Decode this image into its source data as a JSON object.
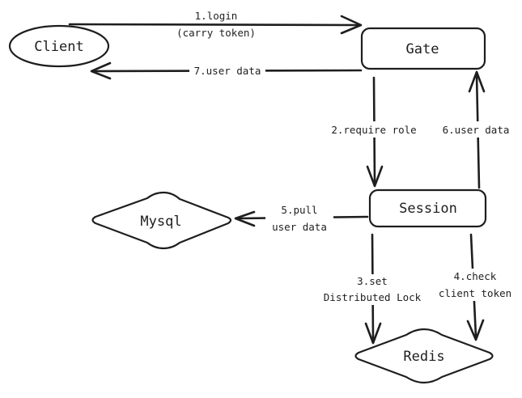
{
  "nodes": {
    "client": {
      "label": "Client"
    },
    "gate": {
      "label": "Gate"
    },
    "session": {
      "label": "Session"
    },
    "mysql": {
      "label": "Mysql"
    },
    "redis": {
      "label": "Redis"
    }
  },
  "edges": {
    "login": {
      "line1": "1.login",
      "line2": "(carry token)"
    },
    "require_role": {
      "line1": "2.require role"
    },
    "set_lock": {
      "line1": "3.set",
      "line2": "Distributed Lock"
    },
    "check_token": {
      "line1": "4.check",
      "line2": "client token"
    },
    "pull_data": {
      "line1": "5.pull",
      "line2": "user data"
    },
    "user_data_session": {
      "line1": "6.user data"
    },
    "user_data_client": {
      "line1": "7.user data"
    }
  }
}
